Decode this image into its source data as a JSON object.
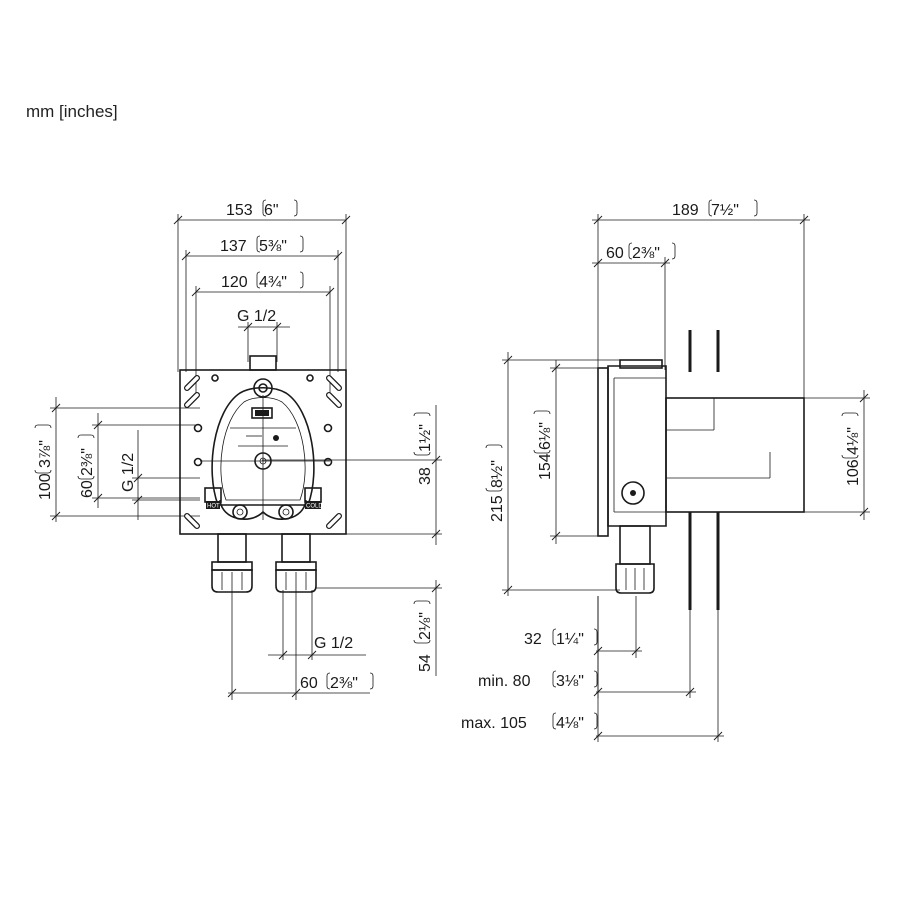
{
  "units_note": "mm [inches]",
  "front_view": {
    "width_outer": {
      "mm": "153",
      "in": "6\""
    },
    "width_mid": {
      "mm": "137",
      "in": "5⅜\""
    },
    "width_inner": {
      "mm": "120",
      "in": "4¾\""
    },
    "thread_top": "G 1/2",
    "height_outer": {
      "mm": "100",
      "in": "3⅞\""
    },
    "height_mid": {
      "mm": "60",
      "in": "2⅜\""
    },
    "thread_side": "G 1/2",
    "right_offset": {
      "mm": "38",
      "in": "1½\""
    },
    "pipe_depth": {
      "mm": "54",
      "in": "2⅛\""
    },
    "thread_bottom": "G 1/2",
    "pipe_spacing": {
      "mm": "60",
      "in": "2⅜\""
    },
    "label_hot": "HOT",
    "label_cold": "COLD"
  },
  "side_view": {
    "total_depth": {
      "mm": "189",
      "in": "7½\""
    },
    "front_depth": {
      "mm": "60",
      "in": "2⅜\""
    },
    "total_height": {
      "mm": "215",
      "in": "8½\""
    },
    "plate_height": {
      "mm": "154",
      "in": "6⅛\""
    },
    "box_height": {
      "mm": "106",
      "in": "4⅛\""
    },
    "pipe_offset": {
      "mm": "32",
      "in": "1¼\""
    },
    "min_depth": {
      "label": "min. 80",
      "in": "3⅛\""
    },
    "max_depth": {
      "label": "max. 105",
      "in": "4⅛\""
    }
  }
}
